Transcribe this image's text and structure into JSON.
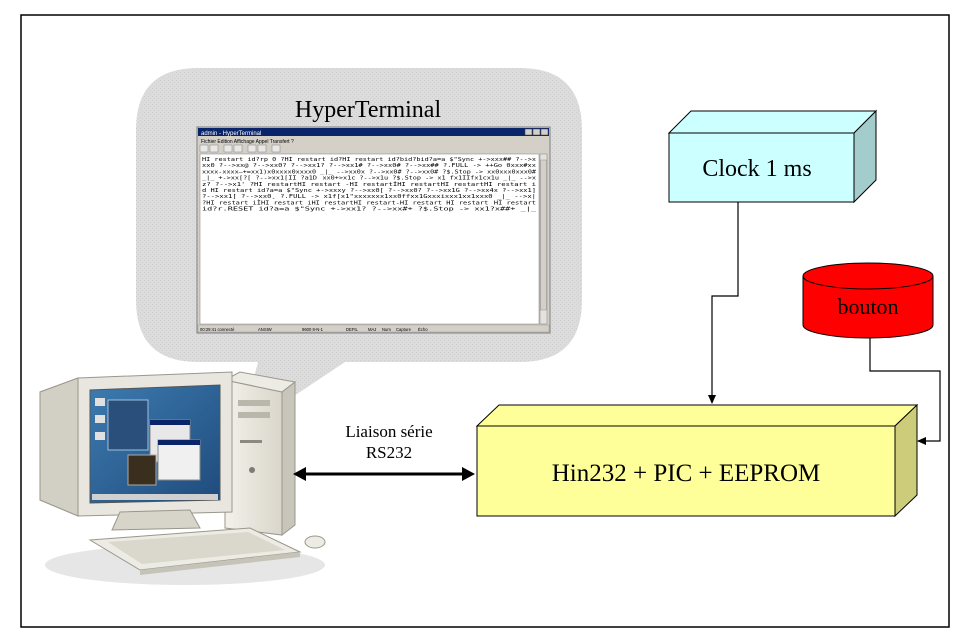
{
  "callout": {
    "title": "HyperTerminal",
    "window": {
      "title": "admin - HyperTerminal",
      "menu": "Fichier  Edition  Affichage  Appel  Transfert  ?",
      "terminal_lines": [
        "HI restart id?rp 0 ?HI restart id?HI restart id?bid?bid?a=a $\"Sync +->xxx## ?-->x",
        "xx0 ?-->xx@ ?-->xx0? ?-->xx1? ?-->xx1# ?-->xx0# ?-->xx## ?.FULL -> ++Go 0xxx#xx",
        "xxxx-xxxx—+=xx1)x0xxxx0xxxx0 _|_ -->xx0x ?-->xx0# ?-->xx0# ?$.Stop -> xx0xxx0xxx0#",
        "_|_ +->xx[?[ ?-->xx1[II ?a1Dxx0+>x1c ?-->x1u ?$.Stop -> x1 fx1IIfx1cx1u _|_ -->x",
        "z? ?-->x1' ?HI restartHI restart -HI restartÍHI restartHI restartHI restart i",
        "d HI restart id?a=a $\"Sync +->xxxy ?-->xx0[ ?-->xx0? ?-->xx1G ?-->xx4x ?-->xx1]",
        "?-->xx1[ ?-->xx0¸ ?.FULL -> x1f[x1\"xxxxxxx1xx0ffxx1Gxxxixxx1xx1xxx0 _|_ -->x|",
        "?HI restart iÌHI restart iHI restartHI restart-HI restart HI restartHI restart",
        "id?r.RESET id?a=a $\"Sync +->xx1? ?-->xx#+ ?$.Stop -> xx1?x##+ _|_"
      ],
      "status": [
        "00:29:41 connecté",
        "ANSIW",
        "9600 8-N-1",
        "DEFIL",
        "MAJ",
        "Num",
        "Capture",
        "Écho"
      ]
    }
  },
  "clock_box": {
    "label": "Clock 1 ms",
    "fill": "#ccffff"
  },
  "button_cyl": {
    "label": "bouton",
    "fill": "#ff0000"
  },
  "main_box": {
    "label": "Hin232 + PIC + EEPROM",
    "fill": "#ffff99"
  },
  "link": {
    "line1": "Liaison série",
    "line2": "RS232"
  }
}
